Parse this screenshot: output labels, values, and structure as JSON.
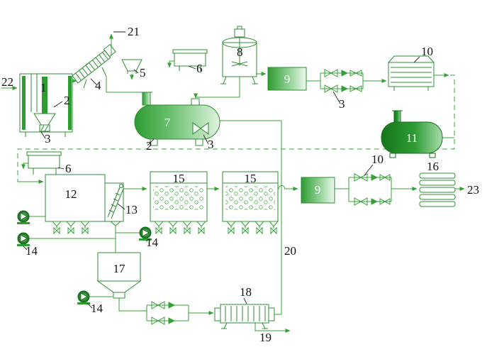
{
  "diagram": {
    "type": "process-flow-diagram",
    "colors": {
      "line": "#35a035",
      "fill_dark": "#15761b",
      "fill_light": "#eefaee",
      "label": "#111111",
      "label_on_fill": "#ffffff"
    }
  },
  "labels": [
    {
      "id": "stream-22",
      "text": "22"
    },
    {
      "id": "stream-21",
      "text": "21"
    },
    {
      "id": "tank-1",
      "text": "1"
    },
    {
      "id": "tank-1-internal-2",
      "text": "2"
    },
    {
      "id": "tank-1-bottom-3",
      "text": "3"
    },
    {
      "id": "screen-4",
      "text": "4"
    },
    {
      "id": "hopper-5",
      "text": "5"
    },
    {
      "id": "dosing-tank-6-top",
      "text": "6"
    },
    {
      "id": "mixer-8",
      "text": "8"
    },
    {
      "id": "unit-9-top",
      "text": "9"
    },
    {
      "id": "pumps-3",
      "text": "3"
    },
    {
      "id": "plate-tank-10-top",
      "text": "10"
    },
    {
      "id": "vessel-7",
      "text": "7"
    },
    {
      "id": "vessel-7-shell-2",
      "text": "2"
    },
    {
      "id": "vessel-7-mixer-3",
      "text": "3"
    },
    {
      "id": "tank-11",
      "text": "11"
    },
    {
      "id": "dosing-tank-6-lower",
      "text": "6"
    },
    {
      "id": "basin-12",
      "text": "12"
    },
    {
      "id": "screen-13",
      "text": "13"
    },
    {
      "id": "aeration-tank-15-a",
      "text": "15"
    },
    {
      "id": "aeration-tank-15-b",
      "text": "15"
    },
    {
      "id": "unit-9-lower",
      "text": "9"
    },
    {
      "id": "pumps-10-lower",
      "text": "10"
    },
    {
      "id": "plate-stack-16",
      "text": "16"
    },
    {
      "id": "stream-23",
      "text": "23"
    },
    {
      "id": "pump-14-a",
      "text": "14"
    },
    {
      "id": "pump-14-b",
      "text": "14"
    },
    {
      "id": "hopper-17",
      "text": "17"
    },
    {
      "id": "pump-14-c",
      "text": "14"
    },
    {
      "id": "stream-20",
      "text": "20"
    },
    {
      "id": "filter-press-18",
      "text": "18"
    },
    {
      "id": "stream-19",
      "text": "19"
    }
  ]
}
